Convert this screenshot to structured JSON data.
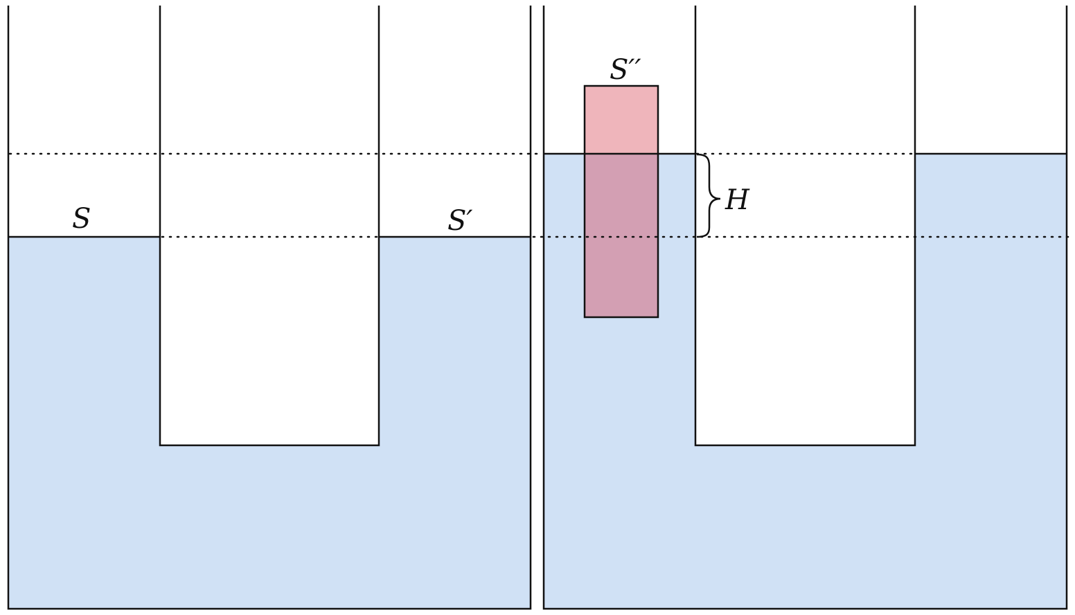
{
  "colors": {
    "water": "#d0e1f5",
    "block": "#efb5bb",
    "block_submerged": "#d39fb3",
    "line": "#111111"
  },
  "labels": {
    "left_surface_s": "S",
    "right_surface_s_prime": "S′",
    "block_top": "S′′",
    "height_difference": "H"
  }
}
